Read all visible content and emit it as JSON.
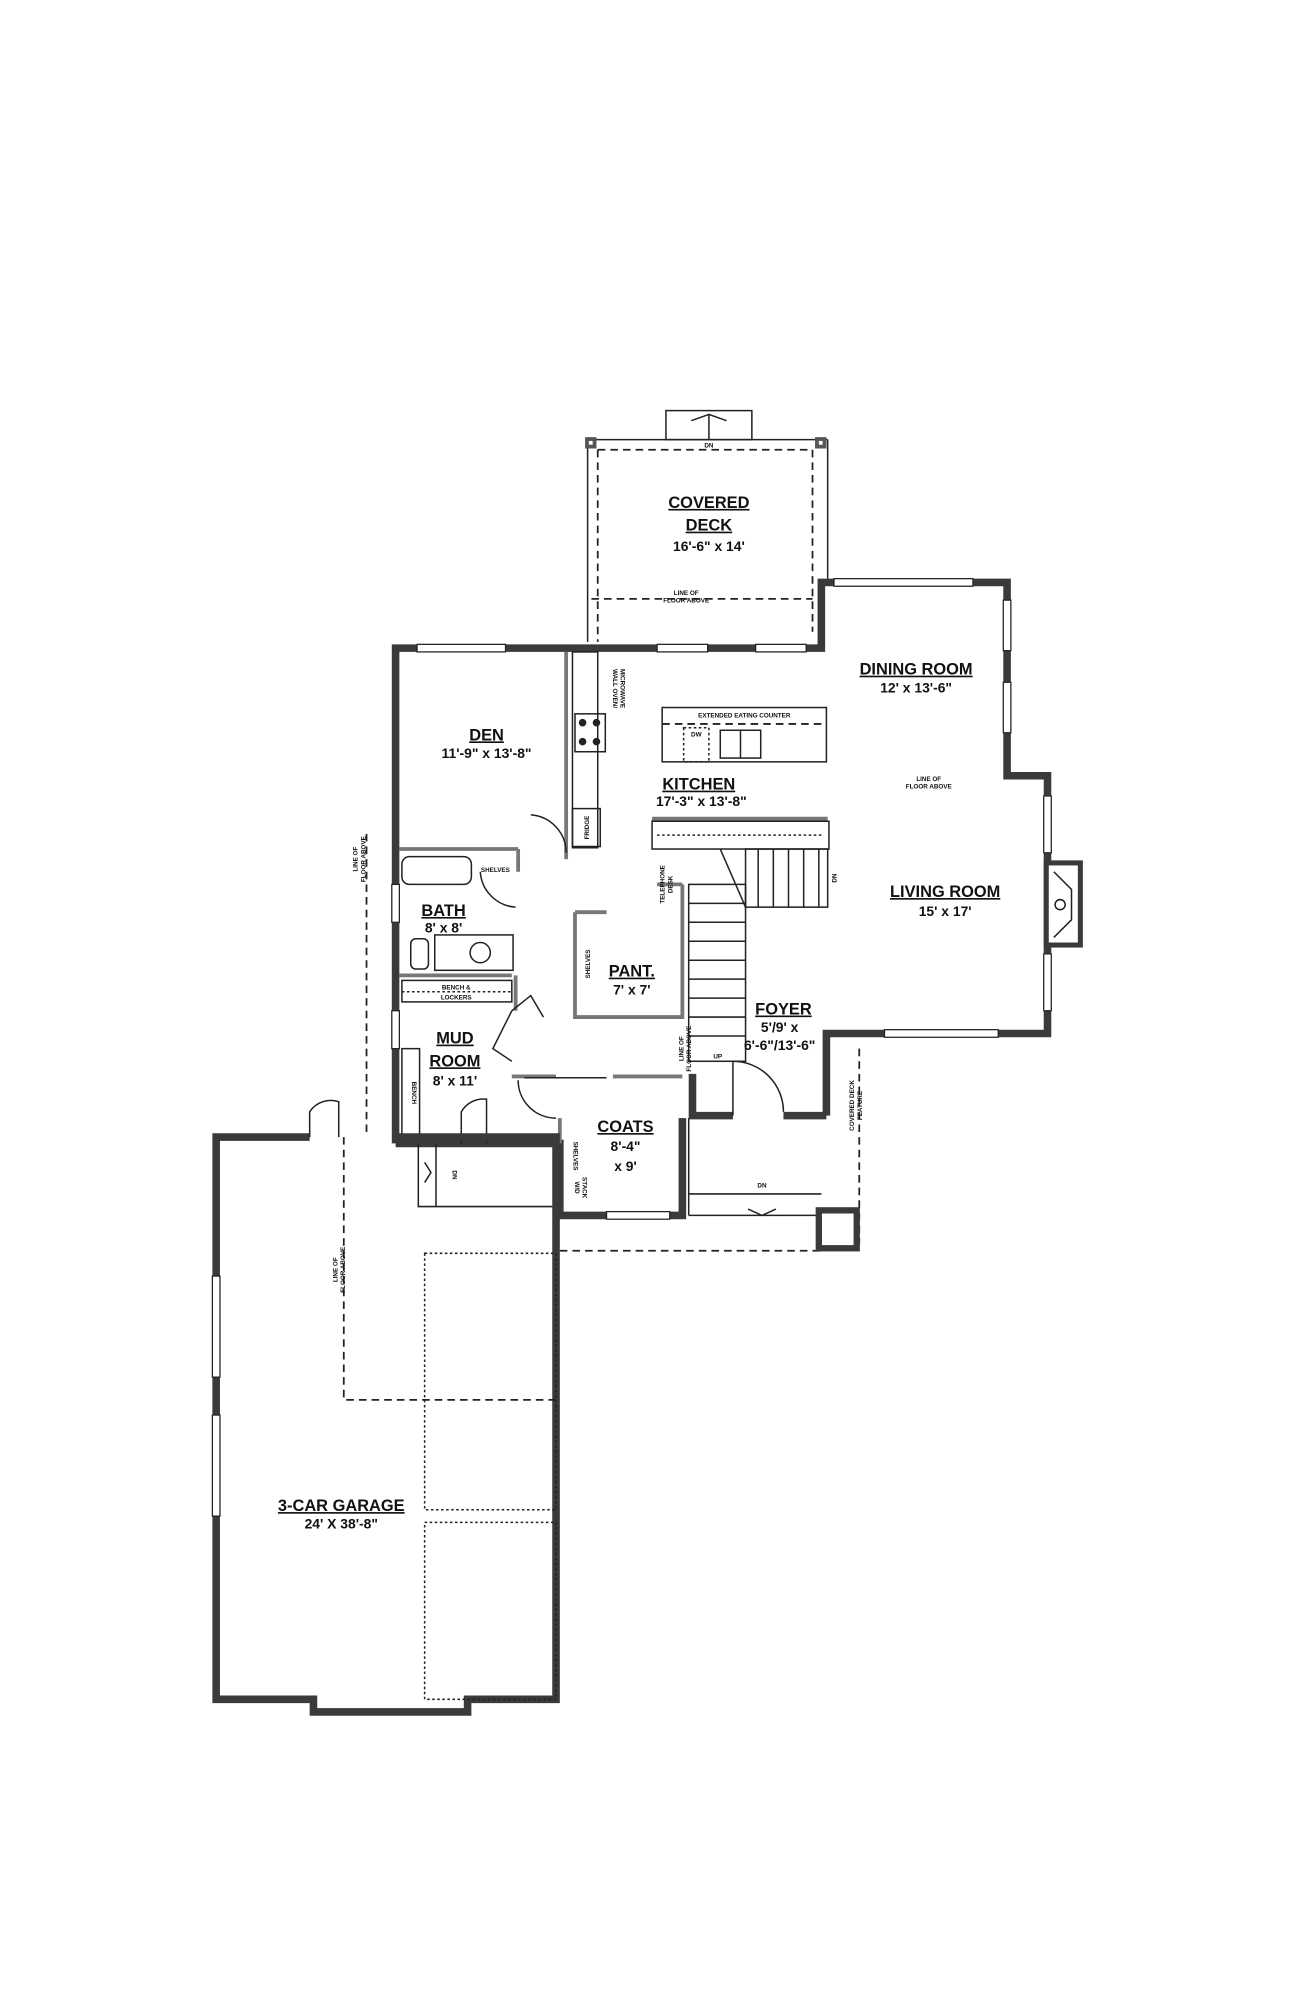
{
  "rooms": {
    "covered_deck": {
      "name1": "COVERED",
      "name2": "DECK",
      "size": "16'-6\" x 14'"
    },
    "dining": {
      "name": "DINING ROOM",
      "size": "12' x 13'-6\""
    },
    "den": {
      "name": "DEN",
      "size": "11'-9\" x 13'-8\""
    },
    "kitchen": {
      "name": "KITCHEN",
      "size": "17'-3\" x 13'-8\""
    },
    "living": {
      "name": "LIVING ROOM",
      "size": "15' x 17'"
    },
    "bath": {
      "name": "BATH",
      "size": "8' x 8'"
    },
    "pantry": {
      "name": "PANT.",
      "size": "7' x 7'"
    },
    "foyer": {
      "name": "FOYER",
      "size1": "5'/9' x",
      "size2": "6'-6\"/13'-6\""
    },
    "mud": {
      "name1": "MUD",
      "name2": "ROOM",
      "size": "8' x 11'"
    },
    "coats": {
      "name": "COATS",
      "size1": "8'-4\"",
      "size2": "x 9'"
    },
    "garage": {
      "name": "3-CAR GARAGE",
      "size": "24' X 38'-8\""
    }
  },
  "notes": {
    "line_of": "LINE OF",
    "floor_above": "FLOOR ABOVE",
    "eating_counter": "EXTENDED EATING COUNTER",
    "dw": "DW",
    "wall_oven1": "WALL OVEN/",
    "wall_oven2": "MICROWAVE",
    "fridge": "FRIDGE",
    "shelves": "SHELVES",
    "telephone_desk1": "TELEPHONE",
    "telephone_desk2": "DESK",
    "bench_lockers1": "BENCH &",
    "bench_lockers2": "LOCKERS",
    "bench": "BENCH",
    "wd1": "W/D",
    "wd2": "STACK",
    "dn": "DN",
    "up": "UP",
    "deck_feature1": "COVERED DECK",
    "deck_feature2": "FEATURE"
  }
}
